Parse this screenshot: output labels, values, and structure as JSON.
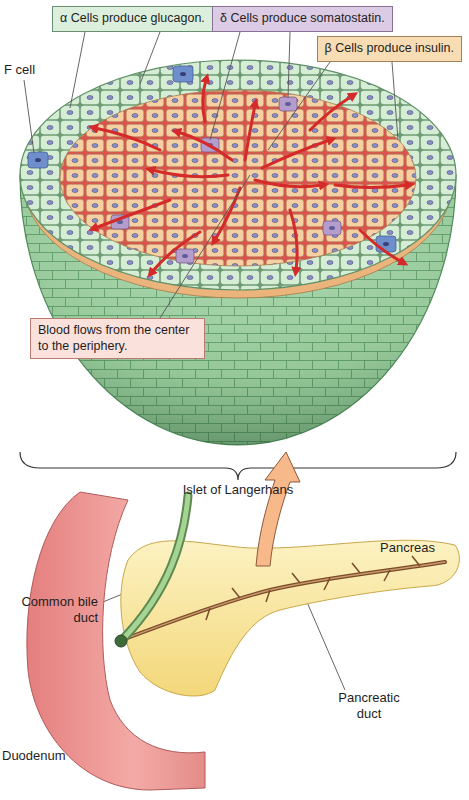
{
  "diagram": {
    "nodes": [
      {
        "text": [
          "α Cells produce glucagon."
        ]
      },
      {
        "text": [
          "δ Cells produce somatostatin."
        ]
      },
      {
        "text": [
          "β Cells produce insulin."
        ]
      },
      {
        "text": [
          "Blood flows from the center to the periphery."
        ]
      }
    ],
    "labels": [
      "F cell",
      "Islet of Langerhans",
      "Pancreas",
      "Common bile duct",
      "Pancreatic duct",
      "Duodenum"
    ]
  }
}
